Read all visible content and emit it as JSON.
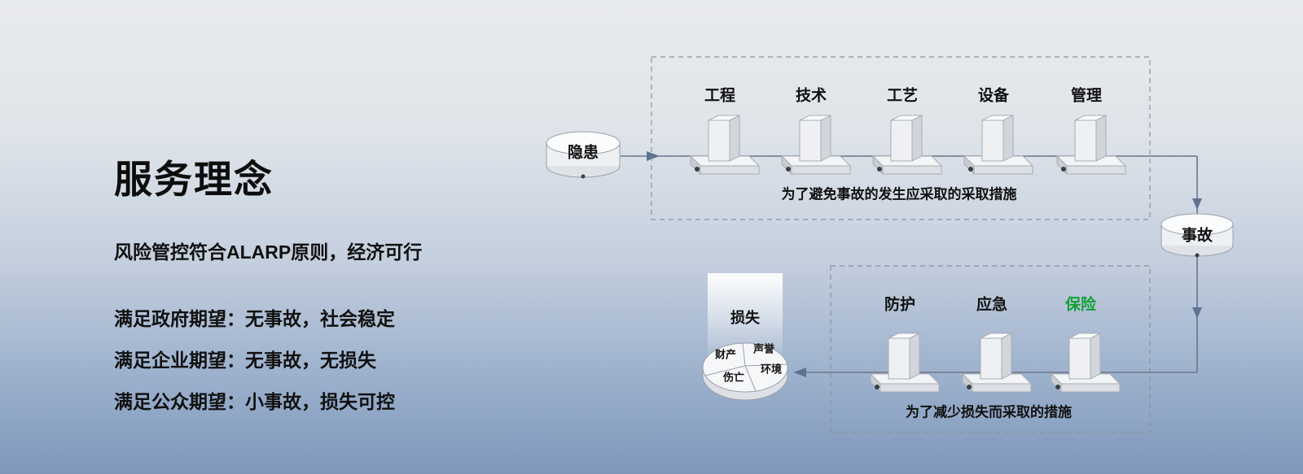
{
  "slide": {
    "background_top": "#e8eaec",
    "background_bottom": "#7e97bb"
  },
  "left_panel": {
    "title": "服务理念",
    "subtitle": "风险管控符合ALARP原则，经济可行",
    "expectations": [
      "满足政府期望：无事故，社会稳定",
      "满足企业期望：无事故，无损失",
      "满足公众期望：小事故，损失可控"
    ]
  },
  "diagram": {
    "hazard_label": "隐患",
    "accident_label": "事故",
    "loss_label": "损失",
    "prevention": {
      "barriers": [
        "工程",
        "技术",
        "工艺",
        "设备",
        "管理"
      ],
      "caption": "为了避免事故的发生应采取的采取措施"
    },
    "mitigation": {
      "barriers": [
        {
          "label": "防护",
          "style": "color:#111111"
        },
        {
          "label": "应急",
          "style": "color:#111111"
        },
        {
          "label": "保险",
          "style": "color:#13a038"
        }
      ],
      "caption": "为了减少损失而采取的措施"
    },
    "loss_slices": [
      "财产",
      "声誉",
      "伤亡",
      "环境"
    ],
    "accent_green": "#13a038",
    "line_color": "#6b7688"
  }
}
